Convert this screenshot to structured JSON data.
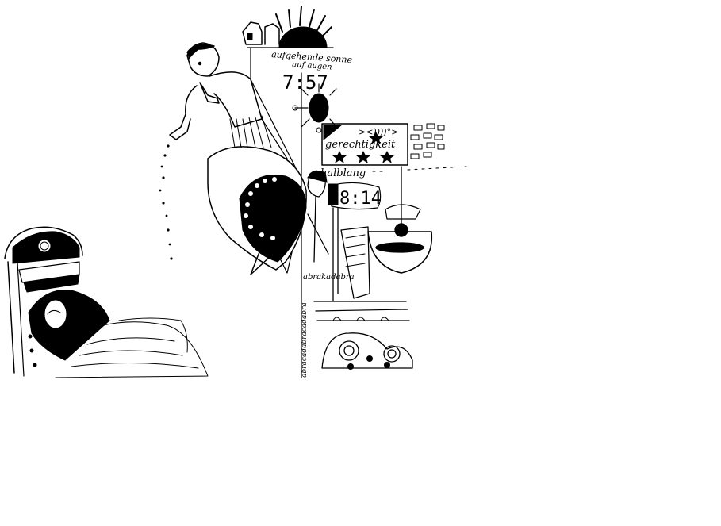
{
  "labels": {
    "rising_sun": "aufgehende sonne",
    "rising_sun_sub": "auf augen",
    "banner": "gerechtigkeit",
    "banner_marks": "><))))°>",
    "halblang": "halblang",
    "vertical_chant": "abracadabracadabra",
    "abrakadabra": "abrakadabra"
  },
  "clocks": {
    "upper": "7:57",
    "lower": "8:14"
  },
  "colors": {
    "ink": "#000000",
    "paper": "#ffffff"
  }
}
